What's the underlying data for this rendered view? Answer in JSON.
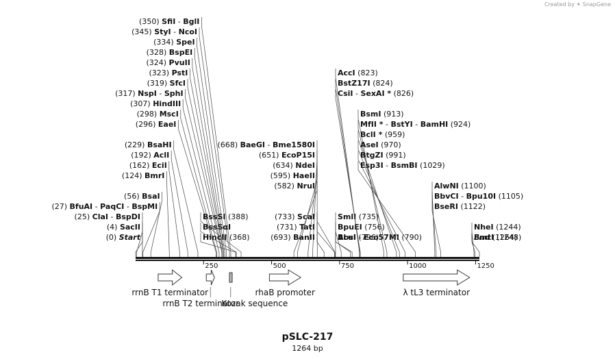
{
  "header": {
    "credit_prefix": "Created by",
    "credit_brand": "SnapGene"
  },
  "plasmid": {
    "name": "pSLC-217",
    "size_label": "1264 bp",
    "length": 1264
  },
  "ruler": {
    "ticks": [
      250,
      500,
      750,
      1000,
      1250
    ]
  },
  "sites": [
    {
      "pos": 0,
      "pos_label": "(0)",
      "names": [
        {
          "t": "Start",
          "italic": true
        }
      ]
    },
    {
      "pos": 4,
      "pos_label": "(4)",
      "names": [
        {
          "t": "SacII"
        }
      ]
    },
    {
      "pos": 25,
      "pos_label": "(25)",
      "names": [
        {
          "t": "ClaI"
        },
        {
          "t": "BspDI"
        }
      ]
    },
    {
      "pos": 27,
      "pos_label": "(27)",
      "names": [
        {
          "t": "BfuAI"
        },
        {
          "t": "PaqCI"
        },
        {
          "t": "BspMI"
        }
      ]
    },
    {
      "pos": 56,
      "pos_label": "(56)",
      "names": [
        {
          "t": "BsaI"
        }
      ]
    },
    {
      "pos": 124,
      "pos_label": "(124)",
      "names": [
        {
          "t": "BmrI"
        }
      ]
    },
    {
      "pos": 162,
      "pos_label": "(162)",
      "names": [
        {
          "t": "EciI"
        }
      ]
    },
    {
      "pos": 192,
      "pos_label": "(192)",
      "names": [
        {
          "t": "AclI"
        }
      ]
    },
    {
      "pos": 229,
      "pos_label": "(229)",
      "names": [
        {
          "t": "BsaHI"
        }
      ]
    },
    {
      "pos": 296,
      "pos_label": "(296)",
      "names": [
        {
          "t": "EaeI"
        }
      ]
    },
    {
      "pos": 298,
      "pos_label": "(298)",
      "names": [
        {
          "t": "MscI"
        }
      ]
    },
    {
      "pos": 307,
      "pos_label": "(307)",
      "names": [
        {
          "t": "HindIII"
        }
      ]
    },
    {
      "pos": 317,
      "pos_label": "(317)",
      "names": [
        {
          "t": "NspI"
        },
        {
          "t": "SphI"
        }
      ]
    },
    {
      "pos": 319,
      "pos_label": "(319)",
      "names": [
        {
          "t": "SfcI"
        }
      ]
    },
    {
      "pos": 323,
      "pos_label": "(323)",
      "names": [
        {
          "t": "PstI"
        }
      ]
    },
    {
      "pos": 324,
      "pos_label": "(324)",
      "names": [
        {
          "t": "PvuII"
        }
      ]
    },
    {
      "pos": 328,
      "pos_label": "(328)",
      "names": [
        {
          "t": "BspEI"
        }
      ]
    },
    {
      "pos": 334,
      "pos_label": "(334)",
      "names": [
        {
          "t": "SpeI"
        }
      ]
    },
    {
      "pos": 345,
      "pos_label": "(345)",
      "names": [
        {
          "t": "StyI"
        },
        {
          "t": "NcoI"
        }
      ]
    },
    {
      "pos": 350,
      "pos_label": "(350)",
      "names": [
        {
          "t": "SfiI"
        },
        {
          "t": "BglI"
        }
      ]
    },
    {
      "pos": 368,
      "pos_label": "(368)",
      "names": [
        {
          "t": "HincII"
        }
      ]
    },
    {
      "pos": 370,
      "pos_label": "",
      "names": [
        {
          "t": "BssSαI"
        }
      ]
    },
    {
      "pos": 388,
      "pos_label": "(388)",
      "names": [
        {
          "t": "BssSI"
        }
      ]
    },
    {
      "pos": 668,
      "pos_label": "(668)",
      "names": [
        {
          "t": "BaeGI"
        },
        {
          "t": "Bme1580I"
        }
      ]
    },
    {
      "pos": 651,
      "pos_label": "(651)",
      "names": [
        {
          "t": "EcoP15I"
        }
      ]
    },
    {
      "pos": 634,
      "pos_label": "(634)",
      "names": [
        {
          "t": "NdeI"
        }
      ]
    },
    {
      "pos": 595,
      "pos_label": "(595)",
      "names": [
        {
          "t": "HaeII"
        }
      ]
    },
    {
      "pos": 582,
      "pos_label": "(582)",
      "names": [
        {
          "t": "NruI"
        }
      ]
    },
    {
      "pos": 733,
      "pos_label": "(733)",
      "names": [
        {
          "t": "ScaI"
        }
      ]
    },
    {
      "pos": 731,
      "pos_label": "(731)",
      "names": [
        {
          "t": "TatI"
        }
      ]
    },
    {
      "pos": 693,
      "pos_label": "(693)",
      "names": [
        {
          "t": "BanII"
        }
      ]
    },
    {
      "pos": 735,
      "pos_label": "(735)",
      "names": [
        {
          "t": "SmlI"
        }
      ]
    },
    {
      "pos": 756,
      "pos_label": "(756)",
      "names": [
        {
          "t": "BpuEI"
        }
      ]
    },
    {
      "pos": 790,
      "pos_label": "(790)",
      "names": [
        {
          "t": "AcuI"
        },
        {
          "t": "Eco57MI"
        }
      ]
    },
    {
      "pos": 796,
      "pos_label": "(796)",
      "names": [
        {
          "t": "BbsI"
        }
      ]
    },
    {
      "pos": 823,
      "pos_label": "(823)",
      "names": [
        {
          "t": "AccI"
        }
      ]
    },
    {
      "pos": 824,
      "pos_label": "(824)",
      "names": [
        {
          "t": "BstZ17I"
        }
      ]
    },
    {
      "pos": 826,
      "pos_label": "(826)",
      "names": [
        {
          "t": "CsiI"
        },
        {
          "t": "SexAI *"
        }
      ]
    },
    {
      "pos": 913,
      "pos_label": "(913)",
      "names": [
        {
          "t": "BsmI"
        }
      ]
    },
    {
      "pos": 924,
      "pos_label": "(924)",
      "names": [
        {
          "t": "MfII *"
        },
        {
          "t": "BstYI"
        },
        {
          "t": "BamHI"
        }
      ]
    },
    {
      "pos": 959,
      "pos_label": "(959)",
      "names": [
        {
          "t": "BclI *"
        }
      ]
    },
    {
      "pos": 970,
      "pos_label": "(970)",
      "names": [
        {
          "t": "AseI"
        }
      ]
    },
    {
      "pos": 991,
      "pos_label": "(991)",
      "names": [
        {
          "t": "BtgZI"
        }
      ]
    },
    {
      "pos": 1029,
      "pos_label": "(1029)",
      "names": [
        {
          "t": "Esp3I"
        },
        {
          "t": "BsmBI"
        }
      ]
    },
    {
      "pos": 1100,
      "pos_label": "(1100)",
      "names": [
        {
          "t": "AlwNI"
        }
      ]
    },
    {
      "pos": 1105,
      "pos_label": "(1105)",
      "names": [
        {
          "t": "BbvCI"
        },
        {
          "t": "Bpu10I"
        }
      ]
    },
    {
      "pos": 1122,
      "pos_label": "(1122)",
      "names": [
        {
          "t": "BseRI"
        }
      ]
    },
    {
      "pos": 1244,
      "pos_label": "(1244)",
      "names": [
        {
          "t": "NheI"
        }
      ]
    },
    {
      "pos": 1248,
      "pos_label": "(1248)",
      "names": [
        {
          "t": "BmtI"
        }
      ]
    },
    {
      "pos": 1264,
      "pos_label": "(1264)",
      "names": [
        {
          "t": "End",
          "italic": true
        }
      ]
    }
  ],
  "features": [
    {
      "name": "rrnB T1 terminator",
      "start": 83,
      "end": 170,
      "kind": "arrow",
      "label_row": 0
    },
    {
      "name": "rrnB T2 terminator",
      "start": 260,
      "end": 290,
      "kind": "arrow",
      "label_row": 1
    },
    {
      "name": "Kozak sequence",
      "start": 345,
      "end": 354,
      "kind": "box",
      "label_row": 1
    },
    {
      "name": "rhaB promoter",
      "start": 492,
      "end": 607,
      "kind": "arrow",
      "label_row": 0
    },
    {
      "name": "λ tL3 terminator",
      "start": 984,
      "end": 1228,
      "kind": "arrow",
      "label_row": 0
    }
  ]
}
